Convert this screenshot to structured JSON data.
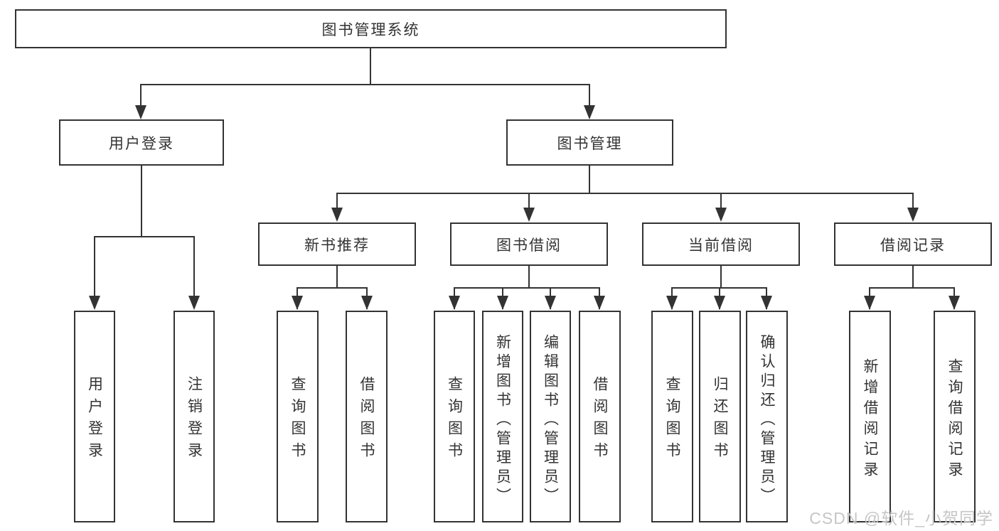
{
  "diagram": {
    "root": {
      "label": "图书管理系统"
    },
    "level2": [
      {
        "label": "用户登录"
      },
      {
        "label": "图书管理"
      }
    ],
    "level3": [
      {
        "label": "新书推荐"
      },
      {
        "label": "图书借阅"
      },
      {
        "label": "当前借阅"
      },
      {
        "label": "借阅记录"
      }
    ],
    "leaves": {
      "user_login": [
        {
          "label": "用户登录"
        },
        {
          "label": "注销登录"
        }
      ],
      "new_book_recommend": [
        {
          "label": "查询图书"
        },
        {
          "label": "借阅图书"
        }
      ],
      "book_borrow": [
        {
          "label": "查询图书"
        },
        {
          "label": "新增图书（管理员）"
        },
        {
          "label": "编辑图书（管理员）"
        },
        {
          "label": "借阅图书"
        }
      ],
      "current_borrow": [
        {
          "label": "查询图书"
        },
        {
          "label": "归还图书"
        },
        {
          "label": "确认归还（管理员）"
        }
      ],
      "borrow_records": [
        {
          "label": "新增借阅记录"
        },
        {
          "label": "查询借阅记录"
        }
      ]
    },
    "watermark": "CSDN @软件_小贺同学",
    "colors": {
      "line": "#333333",
      "text": "#333333",
      "background": "#ffffff",
      "watermark": "#c6c6c6"
    }
  }
}
